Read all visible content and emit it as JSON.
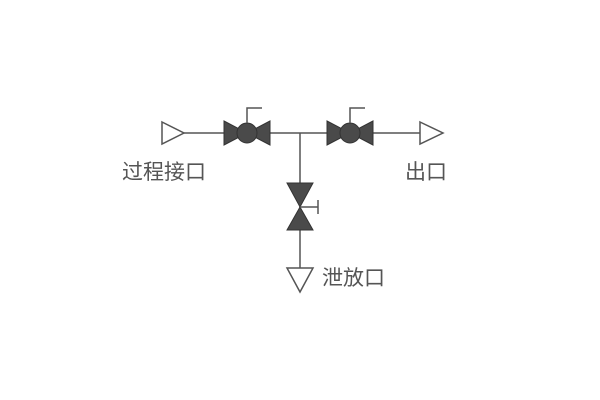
{
  "labels": {
    "inlet": "过程接口",
    "outlet": "出口",
    "vent": "泄放口"
  },
  "colors": {
    "line": "#555555",
    "valve_fill": "#4a4a4a"
  }
}
